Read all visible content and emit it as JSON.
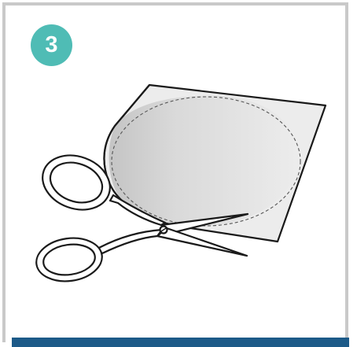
{
  "step": {
    "number": "3"
  },
  "colors": {
    "badge": "#4fbcb5",
    "bottom_bar": "#1c5a88",
    "border": "#c9c9c9",
    "paper_fill": "#ececec",
    "circle_shade": "#d4d4d4",
    "outline": "#1a1a1a"
  },
  "illustration": {
    "description_icons": [
      "paper-sheet",
      "dashed-cut-circle",
      "scissors-icon"
    ]
  }
}
